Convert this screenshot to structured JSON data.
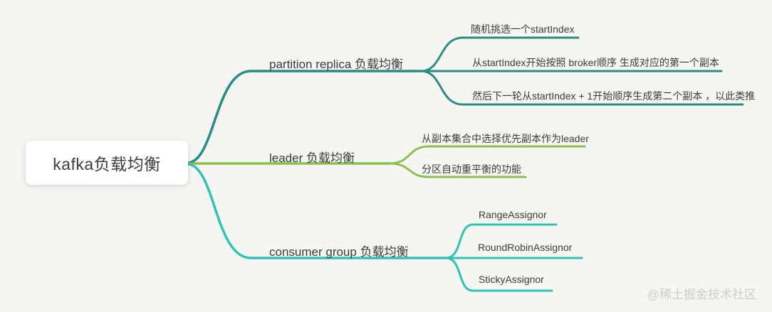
{
  "canvas": {
    "background_color": "#f5f5f2",
    "watermark": "@稀土掘金技术社区"
  },
  "root": {
    "label": "kafka负载均衡",
    "box_color": "#ffffff",
    "text_color": "#3c3c3c"
  },
  "branches": [
    {
      "label": "partition replica 负载均衡",
      "color": "#2b8c84",
      "children": [
        "随机挑选一个startIndex",
        "从startIndex开始按照 broker顺序 生成对应的第一个副本",
        "然后下一轮从startIndex + 1开始顺序生成第二个副本 ，以此类推"
      ]
    },
    {
      "label": "leader 负载均衡",
      "color": "#8cbe50",
      "children": [
        "从副本集合中选择优先副本作为leader",
        "分区自动重平衡的功能"
      ]
    },
    {
      "label": "consumer group 负载均衡",
      "color": "#33c1b3",
      "children": [
        "RangeAssignor",
        "RoundRobinAssignor",
        "StickyAssignor"
      ]
    }
  ]
}
